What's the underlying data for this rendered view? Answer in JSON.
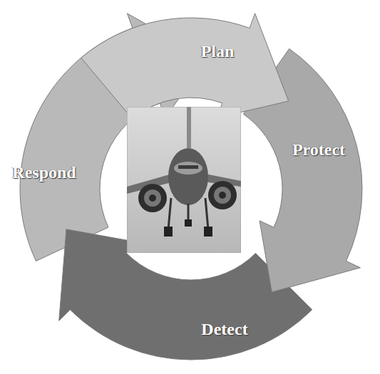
{
  "diagram": {
    "nodes": [
      {
        "text": [
          "Plan"
        ]
      },
      {
        "text": [
          "Protect"
        ]
      },
      {
        "text": [
          "Detect"
        ]
      },
      {
        "text": [
          "Respond"
        ]
      }
    ]
  }
}
